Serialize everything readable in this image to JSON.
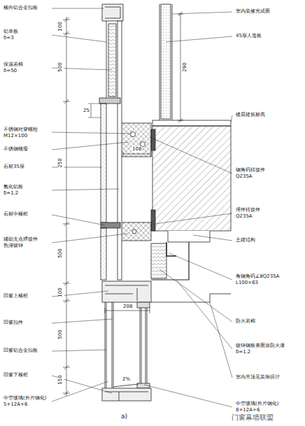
{
  "diagram": {
    "caption": "a)",
    "labels": [
      "横向铝合金扣板",
      "铝单板 δ=3",
      "保温岩棉 δ=50",
      "不锈钢对穿螺栓 M12×100",
      "不锈钢螺母",
      "石材35厚",
      "氧化铝板 δ=1.2",
      "石材中横框",
      "辅助支点焊接件 热浸镀锌",
      "凹窗上横框",
      "凹窗扣件",
      "凹窗铝合金扣板",
      "凹窗下横框",
      "中空玻璃(外片钢化) 5+12A+6",
      "室内装修完成面",
      "45厚人造板",
      "楼层建筑标高",
      "钢角码转接件 Q235A",
      "埋件转接件 Q235A",
      "主建结构",
      "角钢角码∠8Q235A L100×63",
      "防火岩棉",
      "镀锌钢板表面涂防火漆 δ=1.2",
      "室内吊顶见装饰设计",
      "中空玻璃(外片钢化) 8+12A+6",
      "100",
      "500",
      "250",
      "500",
      "100",
      "500",
      "150",
      "25",
      "108",
      "208",
      "2%",
      "290",
      "门窗幕墙联盟"
    ]
  }
}
